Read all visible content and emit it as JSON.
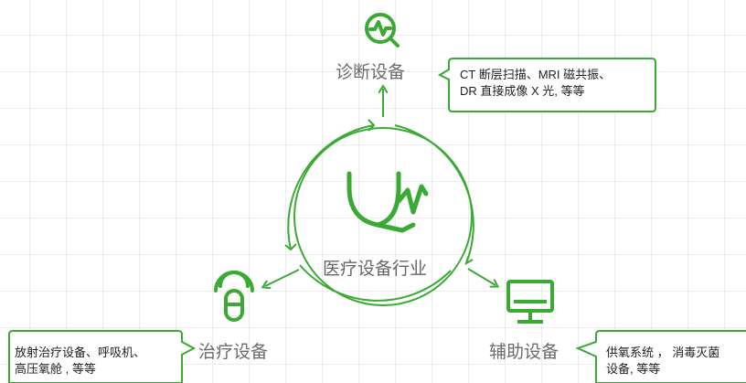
{
  "center": {
    "title": "医疗设备行业"
  },
  "nodes": {
    "diagnosis": {
      "label": "诊断设备",
      "icon": "magnifier-pulse-icon",
      "desc_lines": [
        "CT 断层扫描、MRI 磁共振、",
        "DR 直接成像 X 光, 等等"
      ]
    },
    "treatment": {
      "label": "治疗设备",
      "icon": "capsule-signal-icon",
      "desc_lines": [
        "放射治疗设备、呼吸机、",
        "高压氧舱 , 等等"
      ]
    },
    "auxiliary": {
      "label": "辅助设备",
      "icon": "monitor-icon",
      "desc_lines": [
        "供氧系统 ， 消毒灭菌",
        "设备, 等等"
      ]
    }
  },
  "colors": {
    "accent": "#3aaa35",
    "text": "#666666",
    "grid": "#ececec"
  }
}
